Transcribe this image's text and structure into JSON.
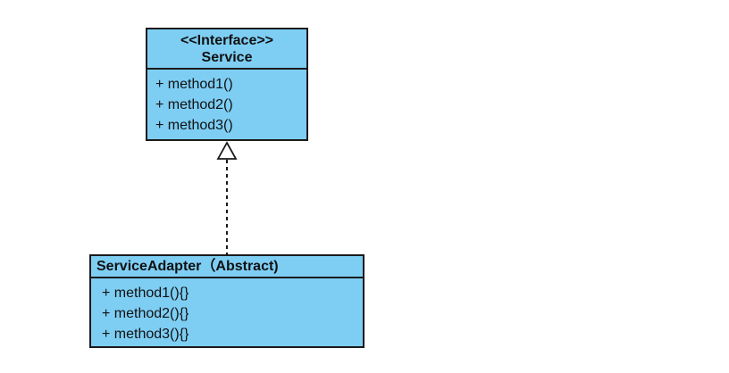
{
  "interface_box": {
    "stereotype": "<<Interface>>",
    "name": "Service",
    "methods": [
      "+ method1()",
      "+ method2()",
      "+ method3()"
    ]
  },
  "abstract_box": {
    "title": "ServiceAdapter（Abstract)",
    "methods": [
      "+ method1(){}",
      "+ method2(){}",
      "+ method3(){}"
    ]
  },
  "relationship": {
    "type": "realization",
    "line_style": "dashed",
    "arrowhead": "hollow-triangle",
    "from": "ServiceAdapter",
    "to": "Service"
  },
  "colors": {
    "box_fill": "#7ecef4",
    "border": "#1a1a1a",
    "background": "#ffffff"
  }
}
